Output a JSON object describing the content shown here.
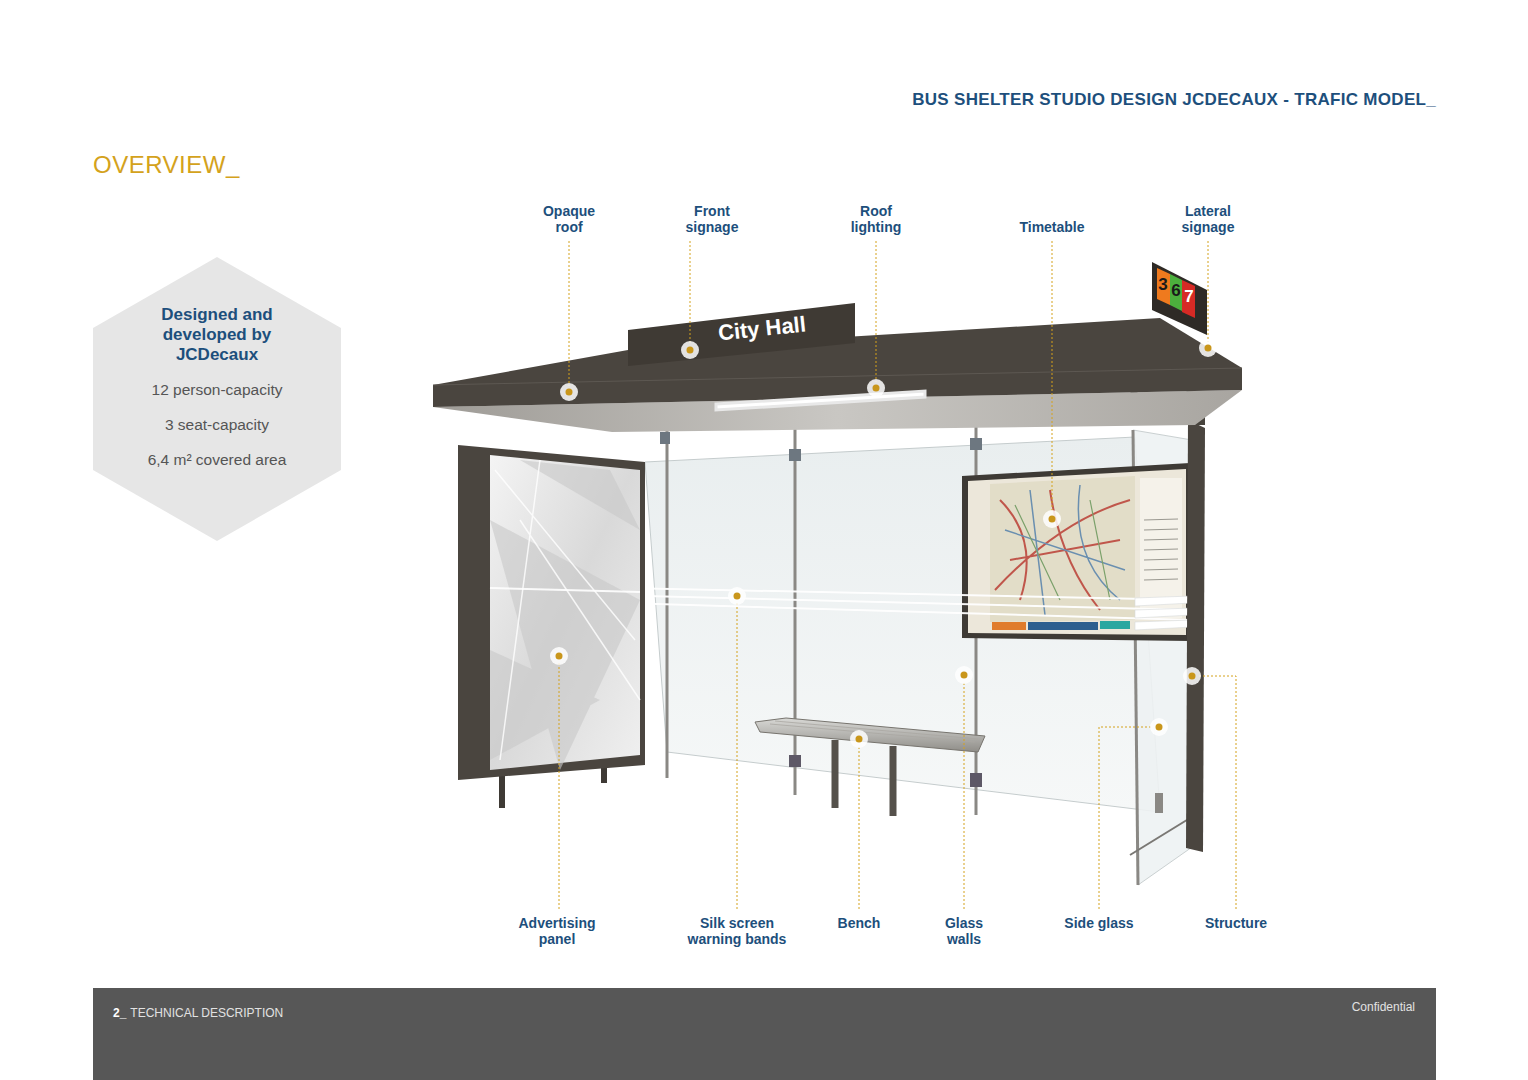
{
  "diagram": {
    "title": "OVERVIEW_",
    "nodes": [
      {
        "text": [
          "Designed and developed by JCDecaux",
          "12 person-capacity",
          "3 seat-capacity",
          "6,4 m² covered area"
        ]
      },
      {
        "text": [
          "2_",
          "TECHNICAL DESCRIPTION",
          "Confidential"
        ]
      }
    ],
    "labels": [
      "BUS SHELTER STUDIO DESIGN JCDECAUX - TRAFIC MODEL_",
      "Opaque roof",
      "Front signage",
      "Roof lighting",
      "Timetable",
      "Lateral signage",
      "Advertising panel",
      "Silk screen warning bands",
      "Bench",
      "Glass walls",
      "Side glass",
      "Structure",
      "City Hall",
      "3",
      "6",
      "7",
      "City Hall"
    ]
  }
}
